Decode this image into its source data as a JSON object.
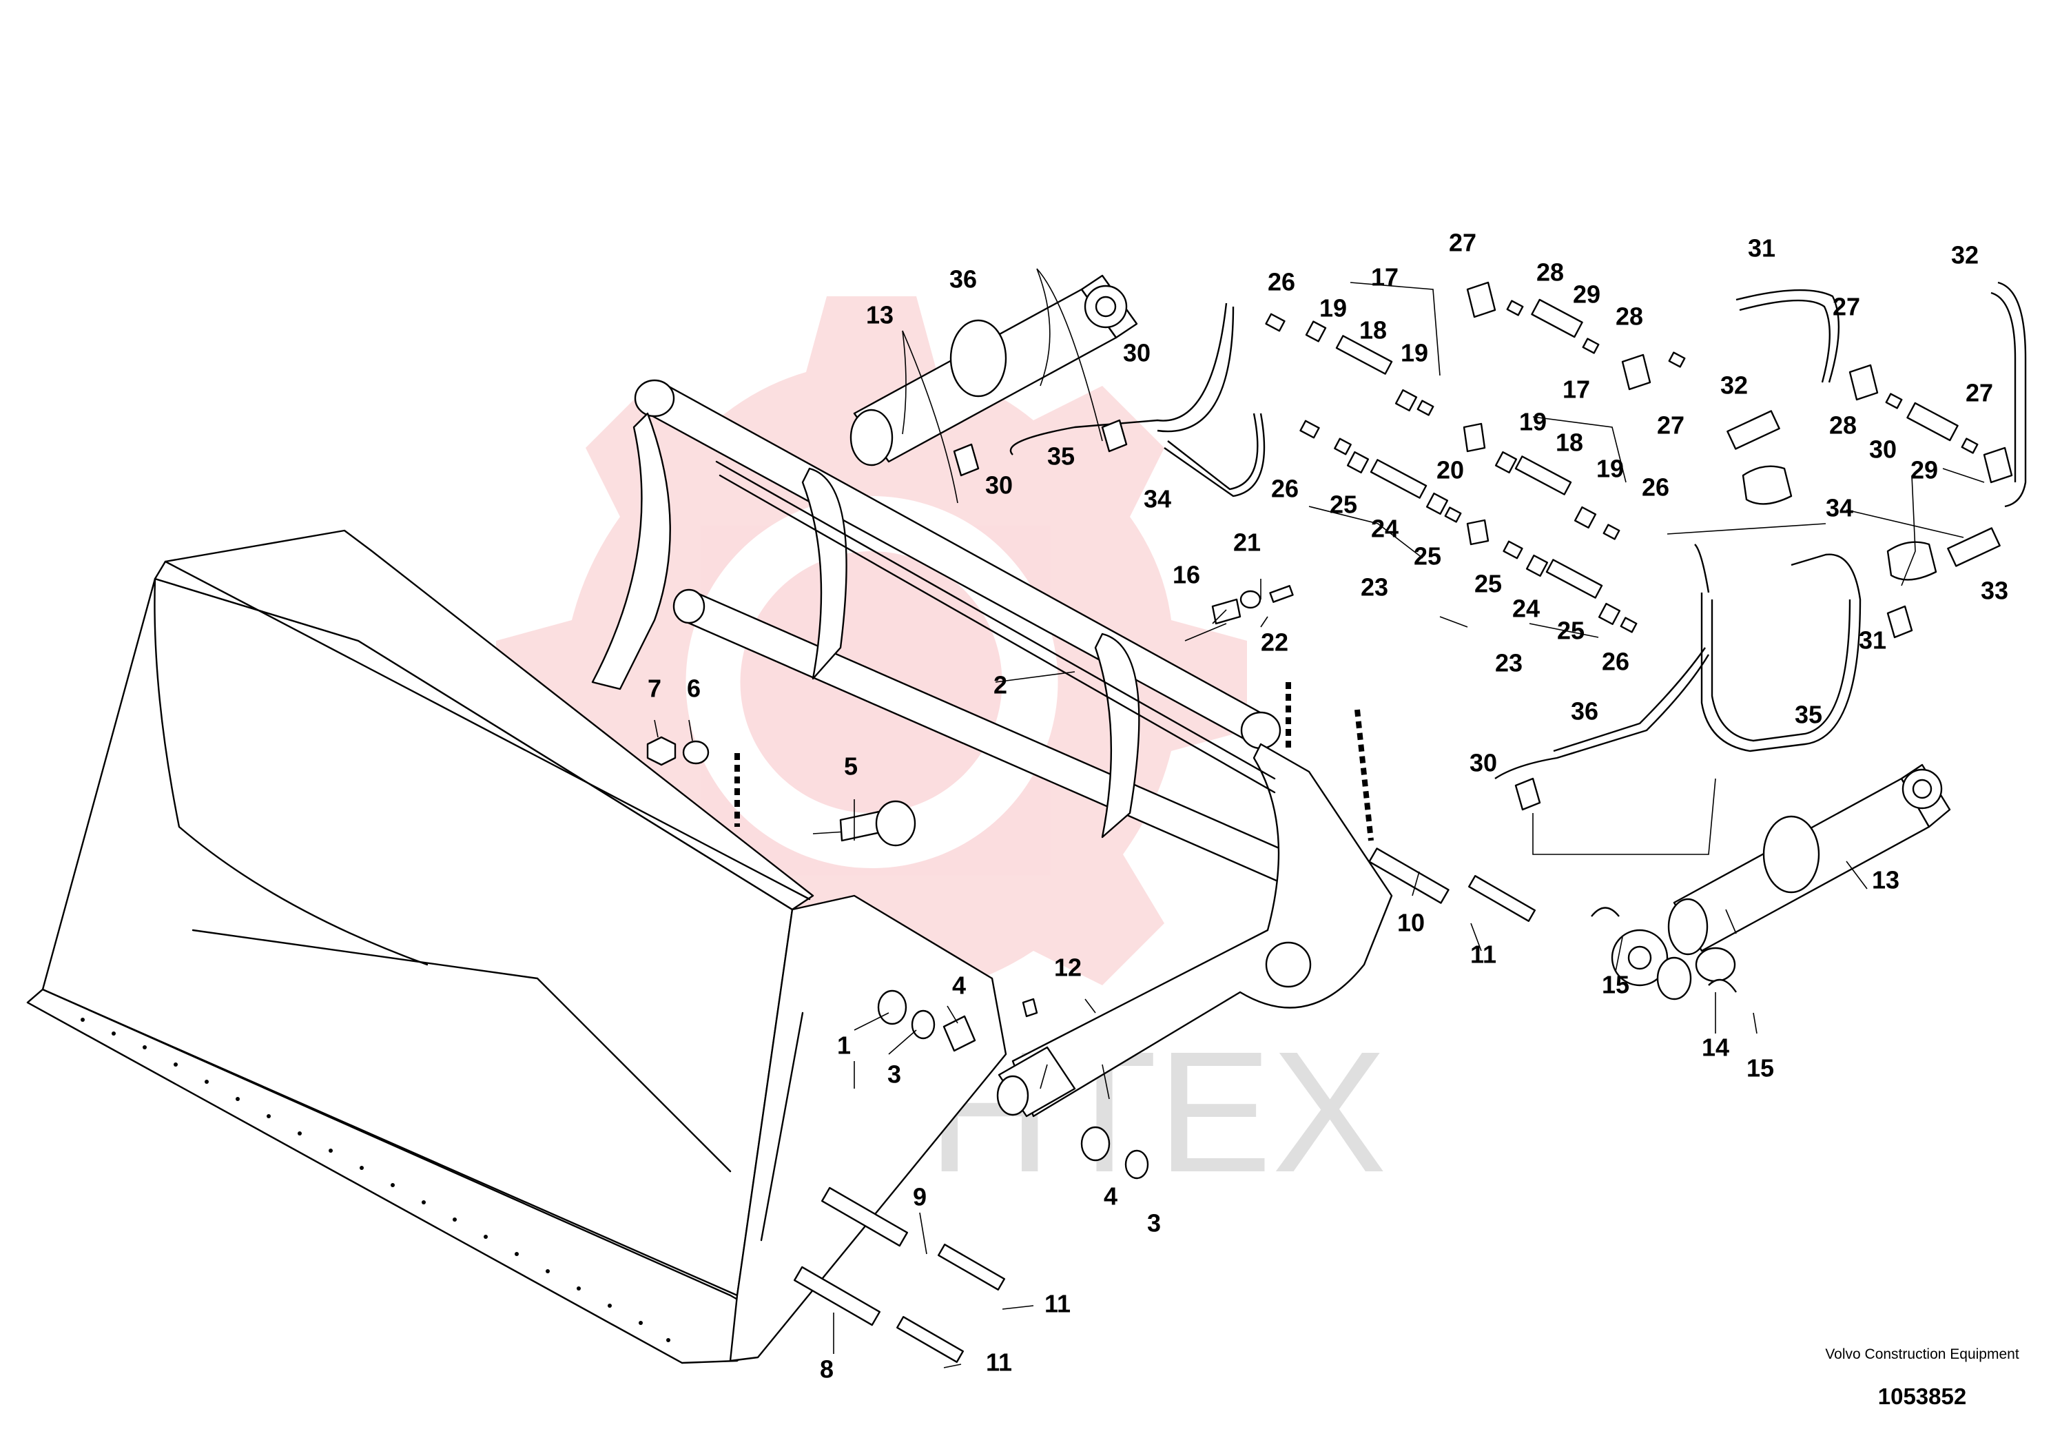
{
  "diagram": {
    "callouts": [
      "1",
      "2",
      "3",
      "3",
      "4",
      "4",
      "5",
      "6",
      "7",
      "8",
      "9",
      "10",
      "11",
      "11",
      "11",
      "12",
      "13",
      "13",
      "14",
      "15",
      "15",
      "16",
      "17",
      "17",
      "18",
      "18",
      "19",
      "19",
      "19",
      "19",
      "20",
      "21",
      "22",
      "23",
      "23",
      "24",
      "24",
      "25",
      "25",
      "25",
      "25",
      "26",
      "26",
      "26",
      "26",
      "27",
      "27",
      "27",
      "27",
      "28",
      "28",
      "28",
      "29",
      "29",
      "30",
      "30",
      "30",
      "30",
      "31",
      "31",
      "32",
      "32",
      "33",
      "34",
      "34",
      "35",
      "35",
      "36",
      "36"
    ]
  },
  "caption": {
    "company": "Volvo Construction Equipment",
    "drawing_number": "1053852"
  },
  "watermark": {
    "text": "VIHTEX",
    "color": "#e30613"
  }
}
